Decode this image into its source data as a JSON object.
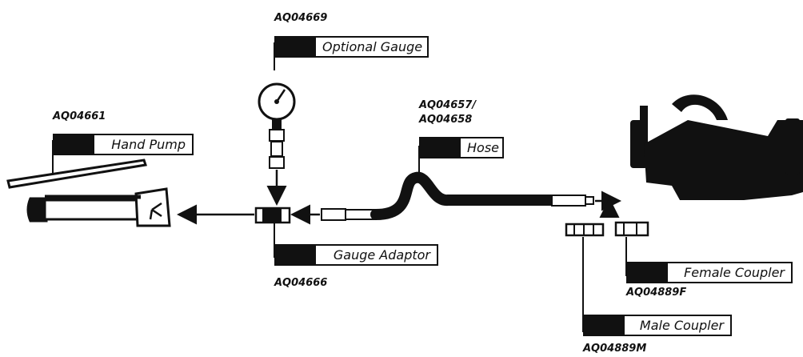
{
  "components": {
    "hand_pump": {
      "label": "Hand Pump",
      "part_no": "AQ04661"
    },
    "optional_gauge": {
      "label": "Optional Gauge",
      "part_no": "AQ04669"
    },
    "gauge_adaptor": {
      "label": "Gauge Adaptor",
      "part_no": "AQ04666"
    },
    "hose": {
      "label": "Hose",
      "part_no_1": "AQ04657/",
      "part_no_2": "AQ04658"
    },
    "female_coupler": {
      "label": "Female Coupler",
      "part_no": "AQ04889F"
    },
    "male_coupler": {
      "label": "Male Coupler",
      "part_no": "AQ04889M"
    }
  },
  "colors": {
    "ink": "#111111",
    "background": "#ffffff"
  }
}
